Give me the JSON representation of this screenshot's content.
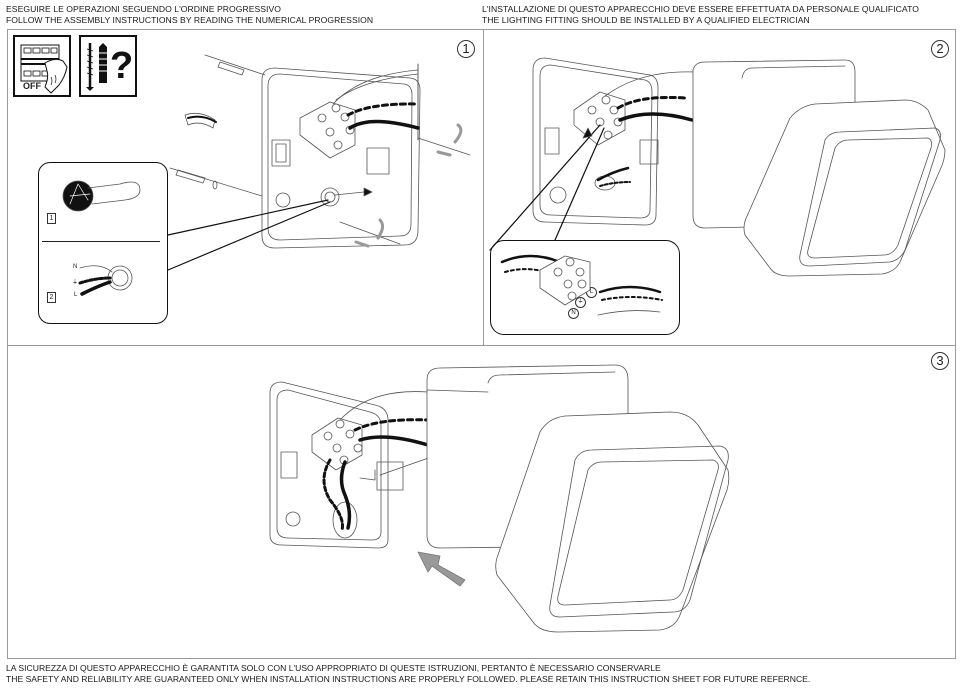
{
  "header": {
    "left": {
      "line_it": "ESEGUIRE LE OPERAZIONI SEGUENDO L'ORDINE PROGRESSIVO",
      "line_en": "FOLLOW THE ASSEMBLY INSTRUCTIONS BY READING THE NUMERICAL PROGRESSION"
    },
    "right": {
      "line_it": "L'INSTALLAZIONE DI QUESTO APPARECCHIO DEVE ESSERE EFFETTUATA DA PERSONALE QUALIFICATO",
      "line_en": "THE LIGHTING FITTING SHOULD BE INSTALLED BY A QUALIFIED ELECTRICIAN"
    }
  },
  "footer": {
    "line_it": "LA SICUREZZA DI QUESTO APPARECCHIO È GARANTITA SOLO CON L'USO APPROPRIATO DI QUESTE ISTRUZIONI, PERTANTO È NECESSARIO CONSERVARLE",
    "line_en": "THE SAFETY AND RELIABILITY ARE GUARANTEED ONLY WHEN INSTALLATION INSTRUCTIONS ARE PROPERLY FOLLOWED. PLEASE RETAIN THIS INSTRUCTION SHEET FOR FUTURE REFERNCE."
  },
  "steps": [
    {
      "number": "1",
      "description": "Fix wall base plate with screws and wall plugs; thread cable through gland"
    },
    {
      "number": "2",
      "description": "Connect wires to terminal block"
    },
    {
      "number": "3",
      "description": "Attach lamp head to base"
    }
  ],
  "warning_icons": {
    "power_off_label": "OFF",
    "fixings_label": "?"
  },
  "step1_inset": {
    "sub1": "1",
    "sub2": "2",
    "wire_labels": [
      "N",
      "⏚",
      "L"
    ]
  },
  "step2_inset": {
    "terminal_labels": [
      "L",
      "⏚",
      "N"
    ]
  }
}
